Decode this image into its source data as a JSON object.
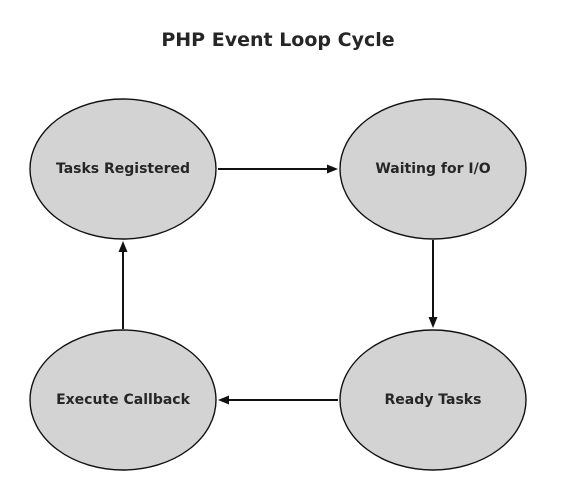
{
  "title": "PHP Event Loop Cycle",
  "colors": {
    "node_fill": "#d3d3d3",
    "node_stroke": "#111111",
    "text": "#262626",
    "arrow": "#111111",
    "background": "#ffffff"
  },
  "nodes": {
    "tasks_registered": {
      "label": "Tasks Registered"
    },
    "waiting_for_io": {
      "label": "Waiting for I/O"
    },
    "ready_tasks": {
      "label": "Ready Tasks"
    },
    "execute_callback": {
      "label": "Execute Callback"
    }
  },
  "edges": [
    {
      "from": "tasks_registered",
      "to": "waiting_for_io"
    },
    {
      "from": "waiting_for_io",
      "to": "ready_tasks"
    },
    {
      "from": "ready_tasks",
      "to": "execute_callback"
    },
    {
      "from": "execute_callback",
      "to": "tasks_registered"
    }
  ]
}
